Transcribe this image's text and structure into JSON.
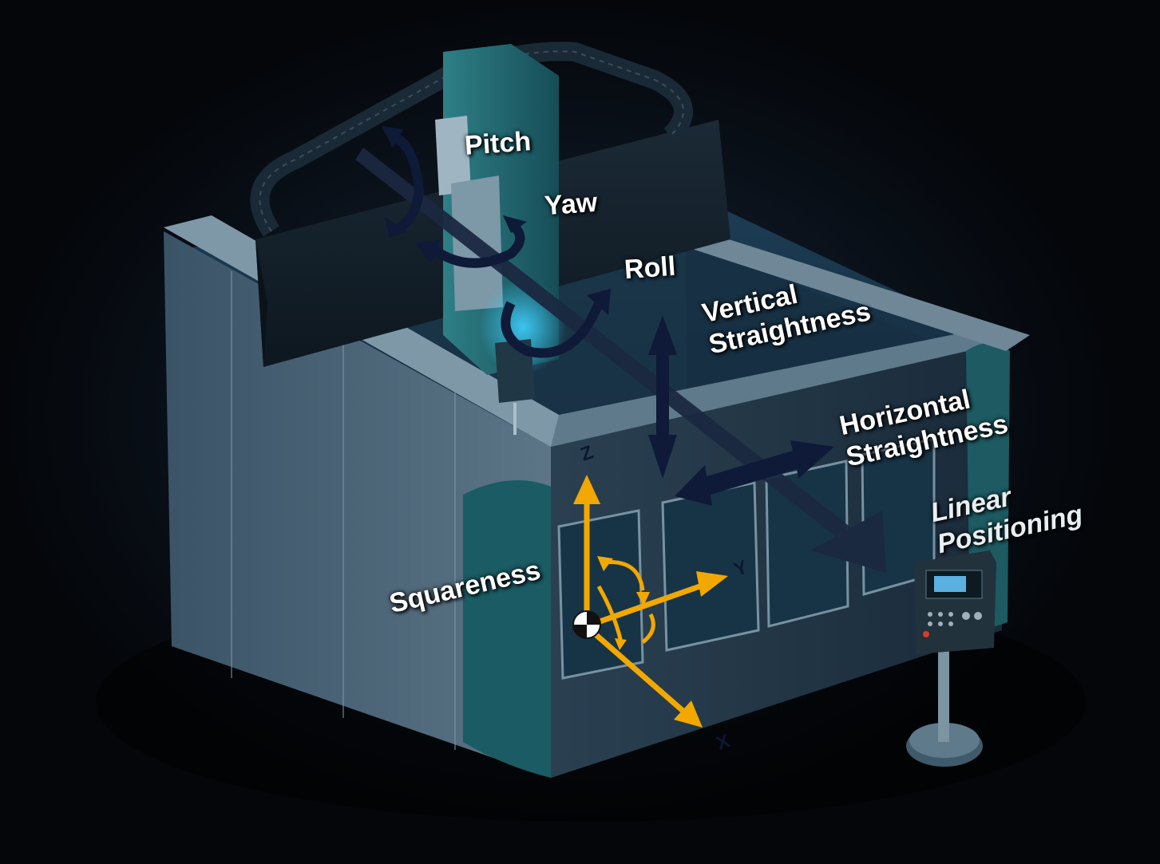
{
  "labels": {
    "pitch": "Pitch",
    "yaw": "Yaw",
    "roll": "Roll",
    "vertical_line1": "Vertical",
    "vertical_line2": "Straightness",
    "horizontal_line1": "Horizontal",
    "horizontal_line2": "Straightness",
    "linear_line1": "Linear",
    "linear_line2": "Positioning",
    "squareness": "Squareness"
  },
  "axes": {
    "x": "X",
    "y": "Y",
    "z": "Z"
  },
  "icons": [
    "pitch-rotation-icon",
    "yaw-rotation-icon",
    "roll-rotation-icon",
    "vertical-arrow-icon",
    "horizontal-arrow-icon",
    "linear-arrow-icon",
    "origin-marker-icon"
  ],
  "colors": {
    "axis": "#f2a800",
    "error_arrow": "#0e1a38",
    "background": "#05070b"
  }
}
